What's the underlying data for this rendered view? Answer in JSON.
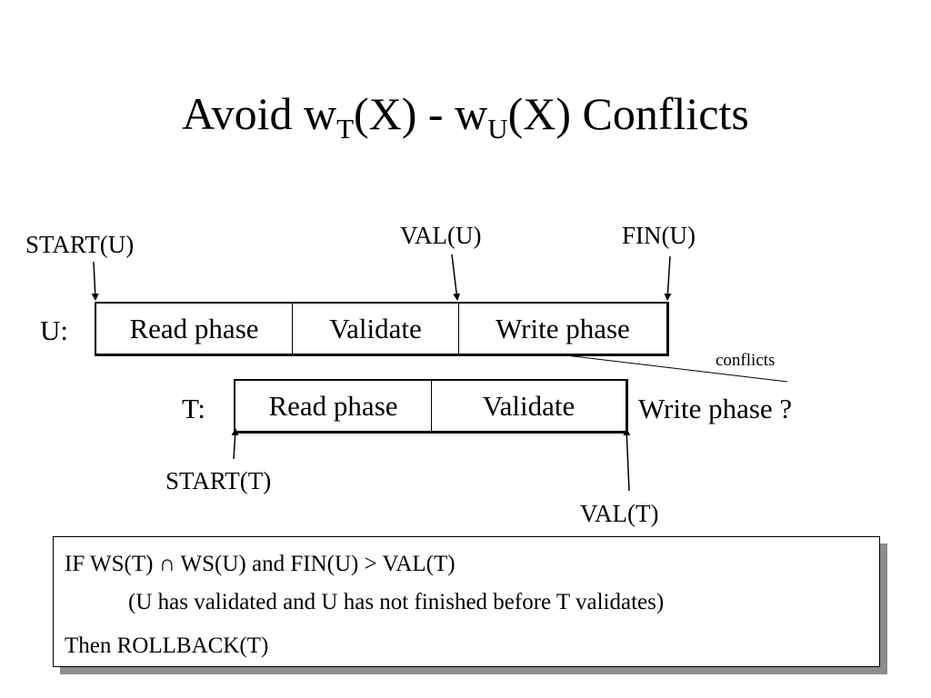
{
  "title": {
    "prefix": "Avoid w",
    "sub1": "T",
    "middle": "(X) - w",
    "sub2": "U",
    "suffix": "(X) Conflicts"
  },
  "markers": {
    "start_u": "START(U)",
    "val_u": "VAL(U)",
    "fin_u": "FIN(U)",
    "start_t": "START(T)",
    "val_t": "VAL(T)"
  },
  "u_row": {
    "label": "U:",
    "phases": [
      "Read phase",
      "Validate",
      "Write phase"
    ]
  },
  "t_row": {
    "label": "T:",
    "phases": [
      "Read phase",
      "Validate"
    ],
    "pending": "Write phase ?"
  },
  "conflicts_label": "conflicts",
  "rule": {
    "line1": "IF  WS(T) ∩ WS(U) and FIN(U) > VAL(T)",
    "line2": "(U has validated and  U has not finished before T validates)",
    "line3": "Then ROLLBACK(T)"
  }
}
